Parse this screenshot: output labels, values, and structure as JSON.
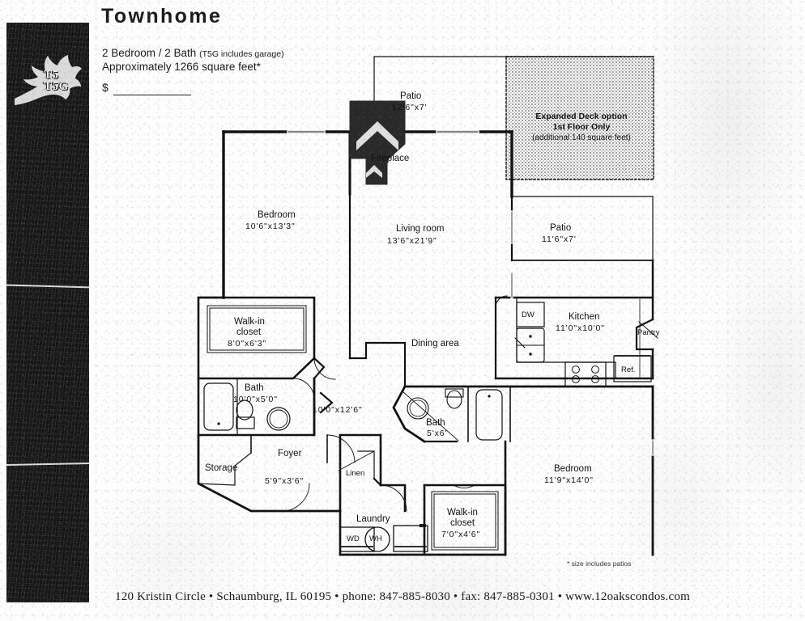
{
  "header": {
    "title": "Townhome",
    "subtitle_main": "2 Bedroom / 2 Bath",
    "subtitle_note": "(T5G includes garage)",
    "area_line": "Approximately 1266 square feet*",
    "price_symbol": "$"
  },
  "logo": {
    "line1": "T5",
    "line2": "T5G",
    "icon": "oak-leaf-icon"
  },
  "deck": {
    "line1": "Expanded Deck option",
    "line2": "1st Floor Only",
    "line3": "(additional 140 square feet)"
  },
  "rooms": [
    {
      "name": "Patio",
      "dim": "12'6\"x7'"
    },
    {
      "name": "Patio",
      "dim": "11'6\"x7'"
    },
    {
      "name": "Bedroom",
      "dim": "10'6\"x13'3\""
    },
    {
      "name": "Living room",
      "dim": "13'6\"x21'9\""
    },
    {
      "name": "Walk-in closet",
      "dim": "8'0\"x6'3\""
    },
    {
      "name": "Bath",
      "dim": "10'0\"x5'0\""
    },
    {
      "name": "Kitchen",
      "dim": "11'0\"x10'0\""
    },
    {
      "name": "Dining area",
      "dim": "10'0\"x12'6\""
    },
    {
      "name": "Bath",
      "dim": "5'x6'"
    },
    {
      "name": "Bedroom",
      "dim": "11'9\"x14'0\""
    },
    {
      "name": "Foyer",
      "dim": "5'9\"x3'6\""
    },
    {
      "name": "Walk-in closet",
      "dim": "7'0\"x4'6\""
    },
    {
      "name": "Storage",
      "dim": ""
    },
    {
      "name": "Linen",
      "dim": ""
    },
    {
      "name": "Laundry",
      "dim": ""
    },
    {
      "name": "Pantry",
      "dim": ""
    },
    {
      "name": "Fireplace",
      "dim": ""
    }
  ],
  "labels": {
    "patio_top": "Patio",
    "patio_top_dim": "12'6\"x7'",
    "patio_right": "Patio",
    "patio_right_dim": "11'6\"x7'",
    "fireplace": "Fireplace",
    "bedroom_left": "Bedroom",
    "bedroom_left_dim": "10'6\"x13'3\"",
    "living_room": "Living room",
    "living_room_dim": "13'6\"x21'9\"",
    "walkin_left_l1": "Walk-in",
    "walkin_left_l2": "closet",
    "walkin_left_dim": "8'0\"x6'3\"",
    "bath_left": "Bath",
    "bath_left_dim": "10'0\"x5'0\"",
    "dining_area": "Dining area",
    "dining_dim": "10'0\"x12'6\"",
    "kitchen": "Kitchen",
    "kitchen_dim": "11'0\"x10'0\"",
    "pantry": "Pantry",
    "dishwasher": "DW",
    "refrigerator": "Ref.",
    "bath_right": "Bath",
    "bath_right_dim": "5'x6'",
    "bedroom_right": "Bedroom",
    "bedroom_right_dim": "11'9\"x14'0\"",
    "storage": "Storage",
    "foyer": "Foyer",
    "foyer_dim": "5'9\"x3'6\"",
    "linen": "Linen",
    "laundry": "Laundry",
    "washer_dryer": "WD",
    "water_heater": "WH",
    "walkin_right_l1": "Walk-in",
    "walkin_right_l2": "closet",
    "walkin_right_dim": "7'0\"x4'6\""
  },
  "footnote": "* size includes patios",
  "footer": "120 Kristin Circle  •  Schaumburg, IL 60195  •  phone: 847-885-8030  •  fax: 847-885-0301  •  www.12oakscondos.com",
  "colors": {
    "ink": "#111111",
    "paper": "#fdfdfd",
    "logo_bar": "#151515",
    "deck_fill": "#b9b9b9"
  }
}
